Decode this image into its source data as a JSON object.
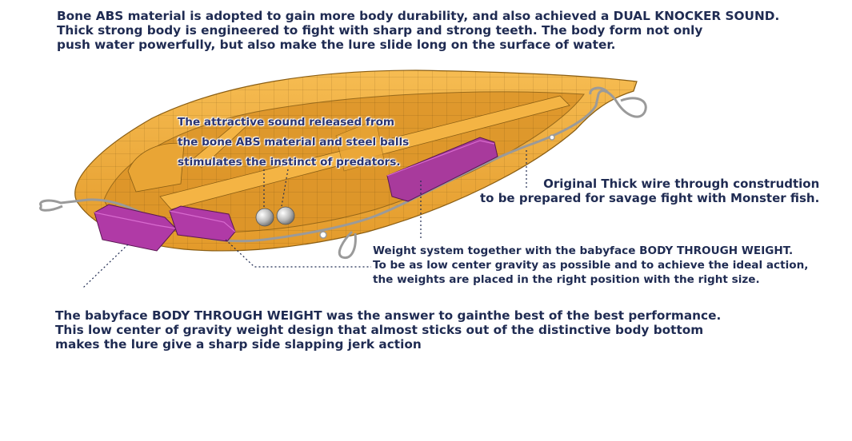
{
  "intro_text": [
    "Bone ABS material is adopted to gain more body durability, and also achieved a DUAL KNOCKER SOUND.",
    "Thick strong body is engineered to fight with sharp and strong teeth. The body form not only",
    "push water powerfully, but also make the lure slide long on the surface of water."
  ],
  "sound_callout": [
    "The attractive sound released from",
    "the bone ABS material and steel balls",
    "stimulates the instinct of predators."
  ],
  "wire_callout": [
    "Original Thick wire through construdtion",
    "to be prepared for savage fight with Monster fish."
  ],
  "weight_callout": [
    "Weight system together with the babyface BODY THROUGH WEIGHT.",
    "To be as low center gravity as possible and to achieve the ideal action,",
    "the weights are placed in the right position with the right size."
  ],
  "bottom_text": [
    "The babyface BODY THROUGH WEIGHT was the answer to gainthe best of the best performance.",
    "This low center of gravity weight design that almost sticks out of the distinctive body bottom",
    "makes the lure give a sharp side slapping jerk action"
  ],
  "colors": {
    "text": "#1f2b52",
    "body": "#f2ad3a",
    "body_shadow": "#c98a22",
    "weight": "#b03aa6",
    "wire": "#9a9a9a"
  }
}
